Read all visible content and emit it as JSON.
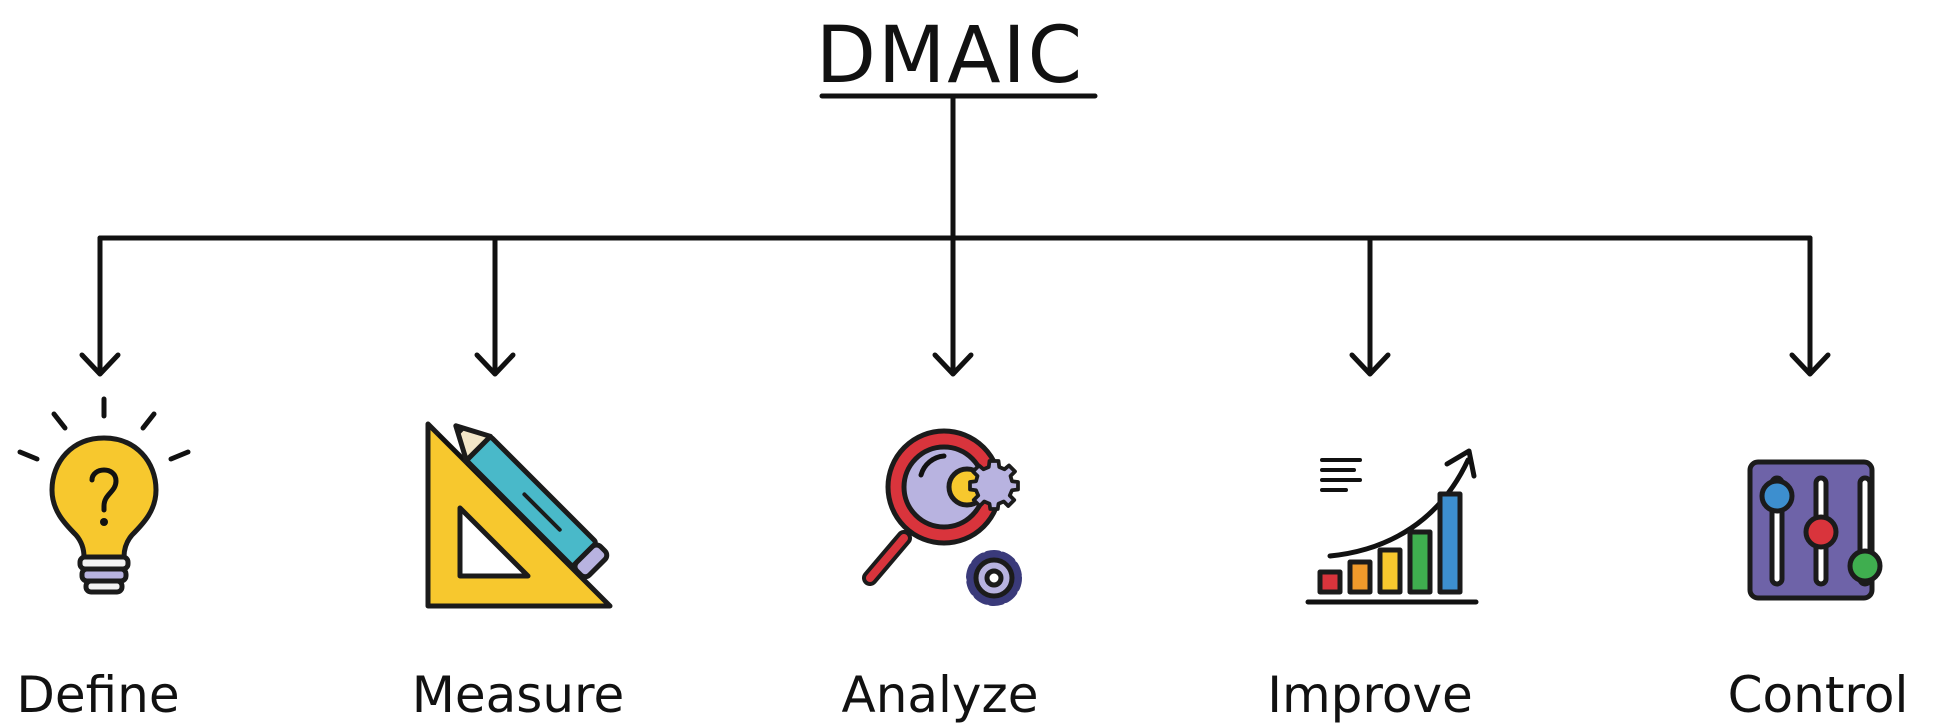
{
  "title": "DMAIC",
  "steps": [
    {
      "label": "Define",
      "icon": "lightbulb-question-icon"
    },
    {
      "label": "Measure",
      "icon": "ruler-triangle-pencil-icon"
    },
    {
      "label": "Analyze",
      "icon": "magnifier-gears-icon"
    },
    {
      "label": "Improve",
      "icon": "growth-bar-chart-icon"
    },
    {
      "label": "Control",
      "icon": "control-sliders-icon"
    }
  ],
  "colors": {
    "line": "#111111",
    "yellow": "#f7c82e",
    "red": "#d9343c",
    "blue": "#3d8fcf",
    "green": "#3fae4f",
    "orange": "#f09a2b",
    "purple": "#6e63a8",
    "lavender": "#b8b3e0",
    "teal": "#49b9c9"
  }
}
